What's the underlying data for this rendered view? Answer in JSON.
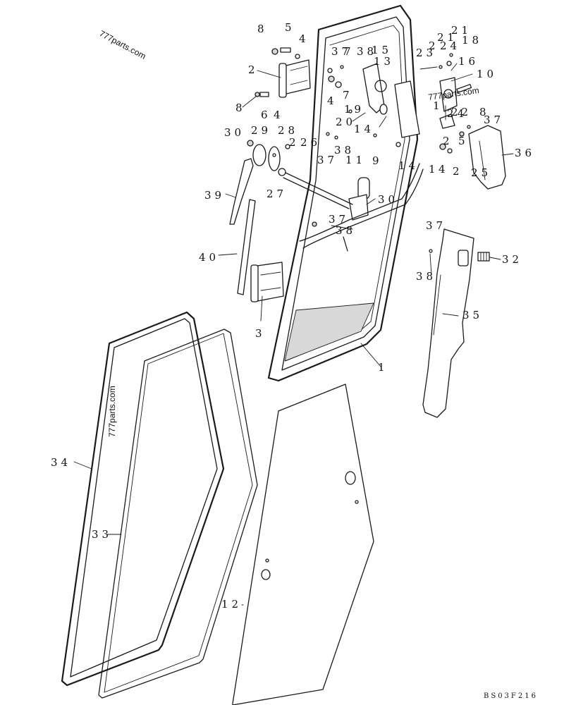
{
  "watermarks": {
    "top_left": "777parts.com",
    "center": "777parts.com",
    "left_strip": "777parts.com"
  },
  "drawing_code": "BS03F216",
  "callouts": {
    "c1": "1",
    "c2a": "2",
    "c3": "3",
    "c4a": "4",
    "c4b": "4",
    "c5": "5",
    "c6": "6",
    "c7": "7",
    "c8a": "8",
    "c8b": "8",
    "c9": "9",
    "c10": "10",
    "c11": "11",
    "c12": "12",
    "c13": "13",
    "c14a": "14",
    "c14b": "14",
    "c15": "15",
    "c16": "16",
    "c18": "18",
    "c19": "19",
    "c20": "20",
    "c21": "21",
    "c22": "22",
    "c23": "23",
    "c24": "24",
    "c25": "25",
    "c26": "26",
    "c27": "27",
    "c28": "28",
    "c29": "29",
    "c30a": "30",
    "c30b": "30",
    "c32": "32",
    "c33": "33",
    "c34": "34",
    "c35": "35",
    "c36": "36",
    "c37a": "37",
    "c37b": "37",
    "c37c": "37",
    "c37d": "37",
    "c38a": "38",
    "c38b": "38",
    "c38c": "38",
    "c39": "39",
    "c40": "40",
    "c2b": "2",
    "c2c": "2"
  }
}
